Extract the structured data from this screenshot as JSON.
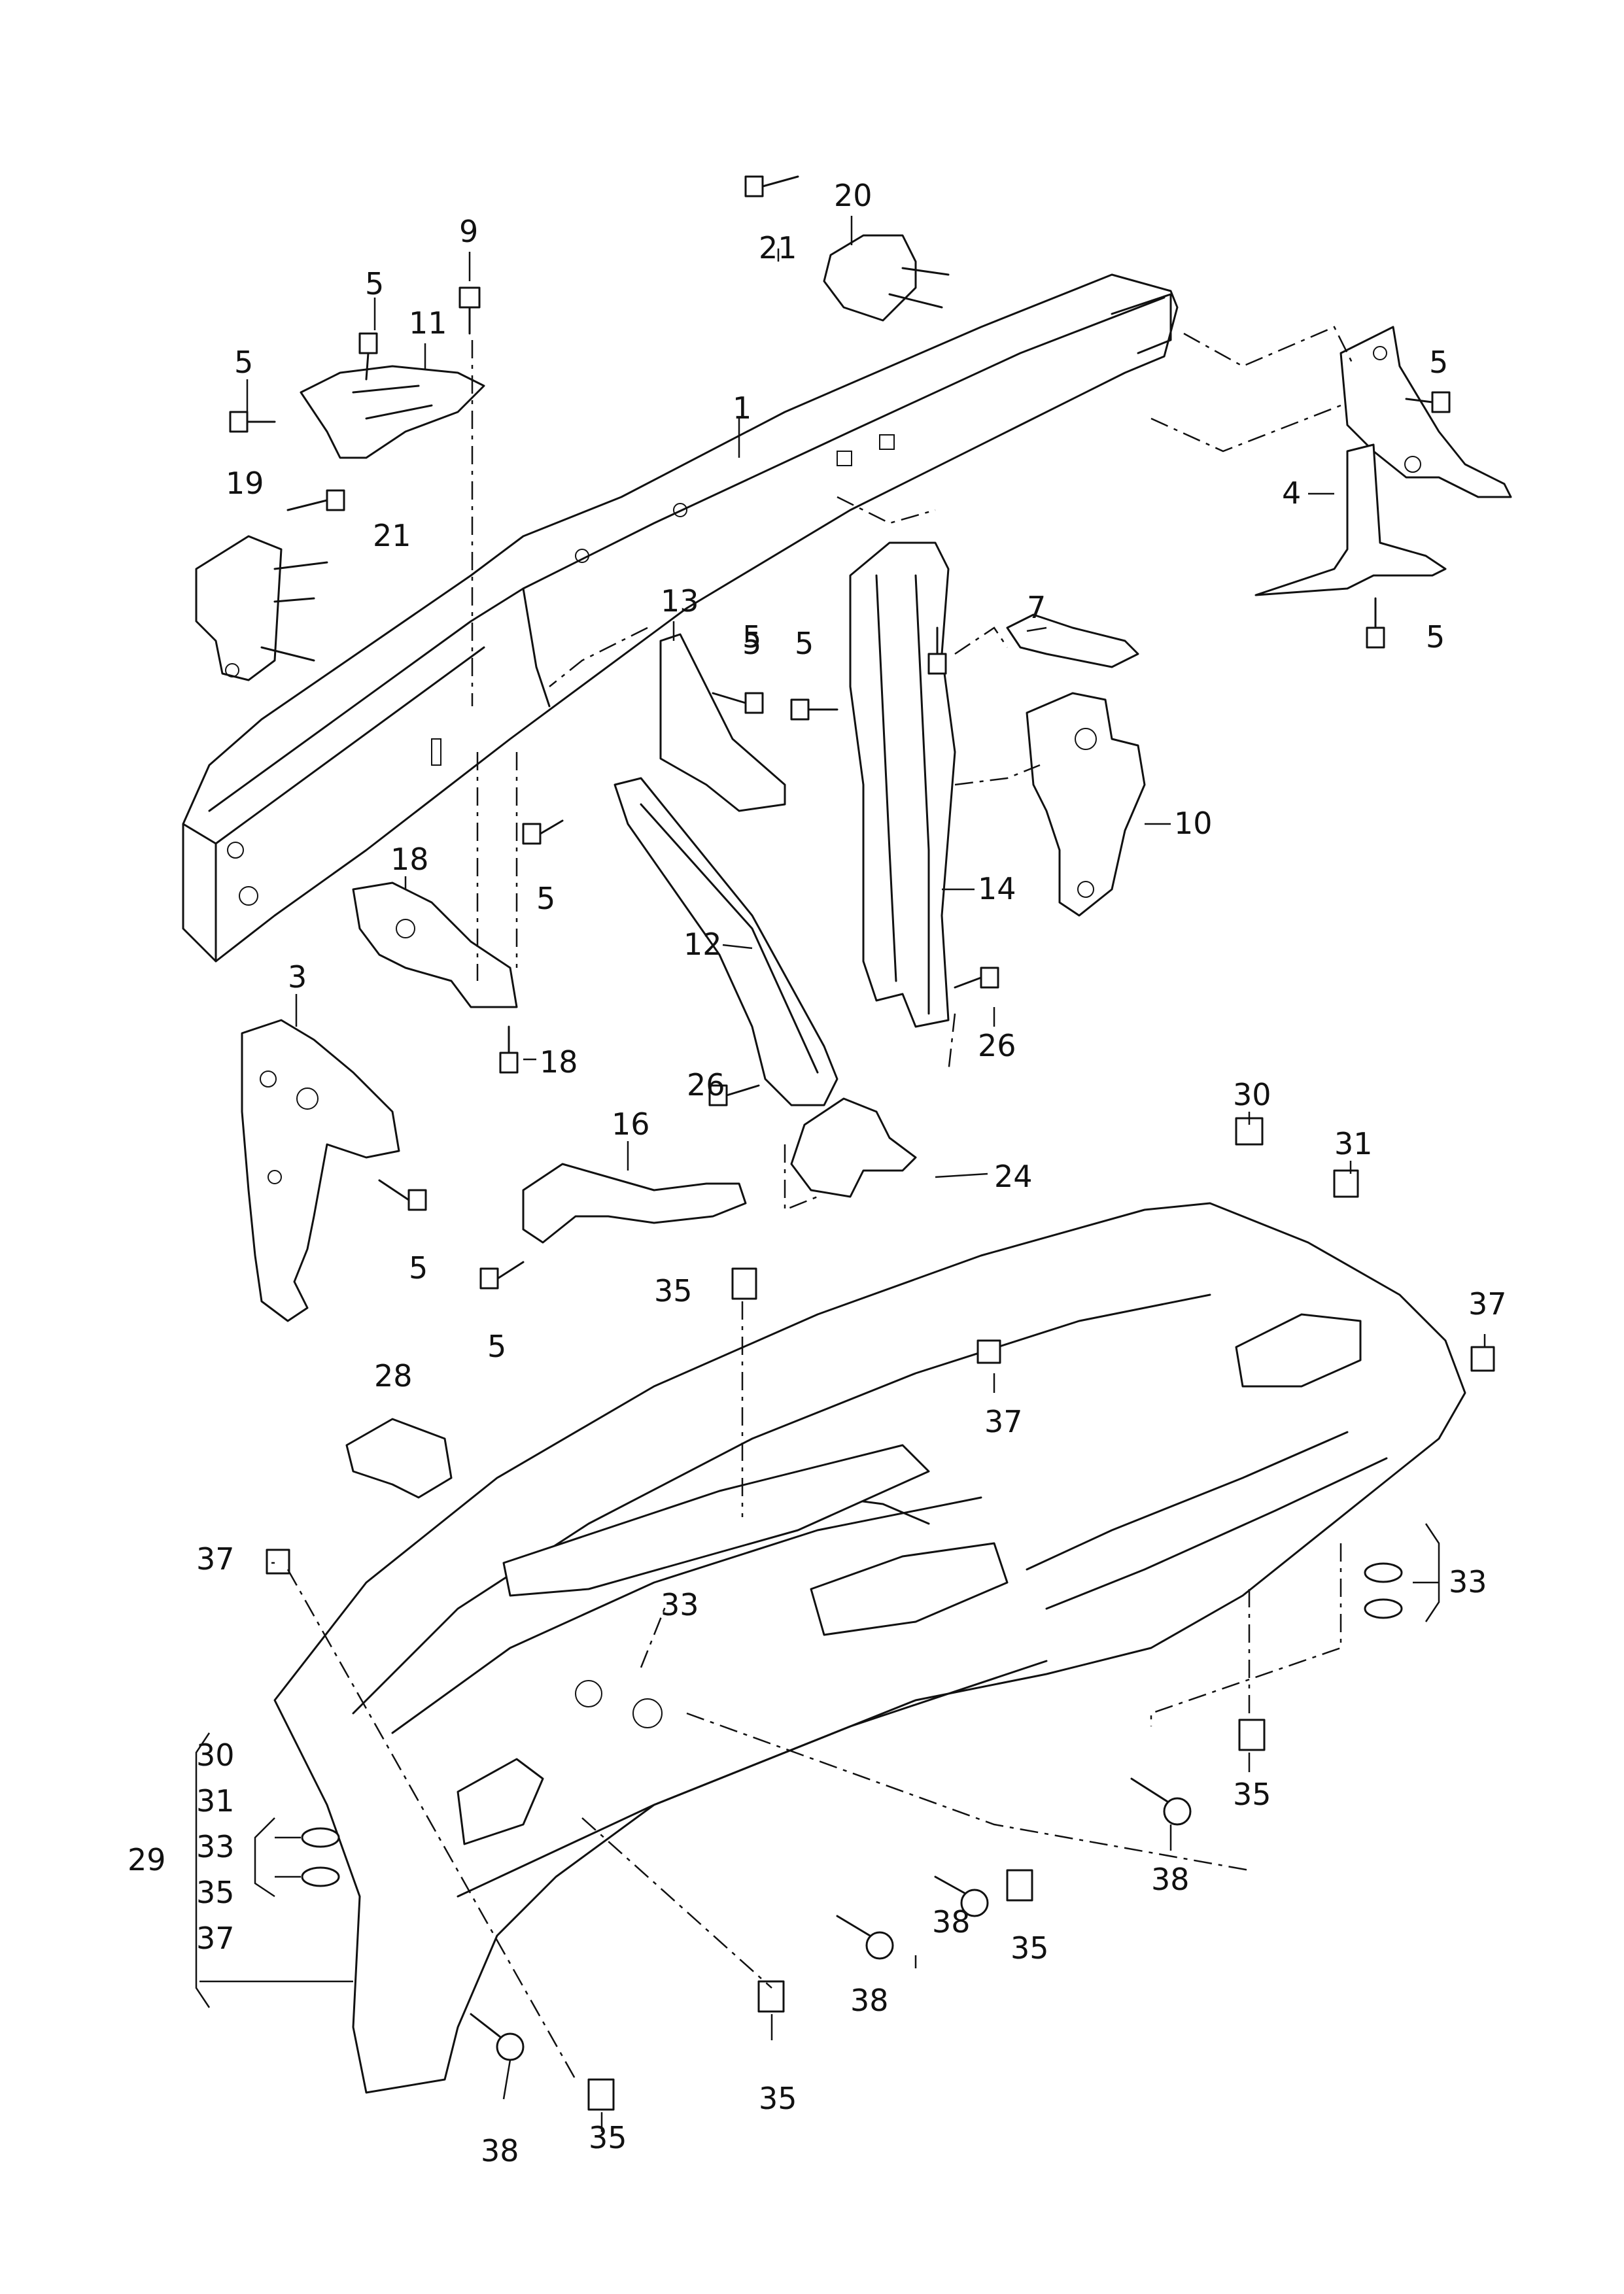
{
  "callouts": [
    {
      "id": "c1",
      "label": "1"
    },
    {
      "id": "c3",
      "label": "3"
    },
    {
      "id": "c4",
      "label": "4"
    },
    {
      "id": "c5a",
      "label": "5"
    },
    {
      "id": "c5b",
      "label": "5"
    },
    {
      "id": "c5c",
      "label": "5"
    },
    {
      "id": "c5d",
      "label": "5"
    },
    {
      "id": "c5e",
      "label": "5"
    },
    {
      "id": "c5f",
      "label": "5"
    },
    {
      "id": "c5g",
      "label": "5"
    },
    {
      "id": "c5h",
      "label": "5"
    },
    {
      "id": "c5i",
      "label": "5"
    },
    {
      "id": "c5j",
      "label": "5"
    },
    {
      "id": "c7",
      "label": "7"
    },
    {
      "id": "c9",
      "label": "9"
    },
    {
      "id": "c10",
      "label": "10"
    },
    {
      "id": "c11",
      "label": "11"
    },
    {
      "id": "c12",
      "label": "12"
    },
    {
      "id": "c13",
      "label": "13"
    },
    {
      "id": "c14",
      "label": "14"
    },
    {
      "id": "c16",
      "label": "16"
    },
    {
      "id": "c18a",
      "label": "18"
    },
    {
      "id": "c18b",
      "label": "18"
    },
    {
      "id": "c19",
      "label": "19"
    },
    {
      "id": "c20",
      "label": "20"
    },
    {
      "id": "c21a",
      "label": "21"
    },
    {
      "id": "c21b",
      "label": "21"
    },
    {
      "id": "c24",
      "label": "24"
    },
    {
      "id": "c26a",
      "label": "26"
    },
    {
      "id": "c26b",
      "label": "26"
    },
    {
      "id": "c28",
      "label": "28"
    },
    {
      "id": "c30",
      "label": "30"
    },
    {
      "id": "c31",
      "label": "31"
    },
    {
      "id": "c33a",
      "label": "33"
    },
    {
      "id": "c33b",
      "label": "33"
    },
    {
      "id": "c35a",
      "label": "35"
    },
    {
      "id": "c35b",
      "label": "35"
    },
    {
      "id": "c35c",
      "label": "35"
    },
    {
      "id": "c35d",
      "label": "35"
    },
    {
      "id": "c35e",
      "label": "35"
    },
    {
      "id": "c37a",
      "label": "37"
    },
    {
      "id": "c37b",
      "label": "37"
    },
    {
      "id": "c37c",
      "label": "37"
    },
    {
      "id": "c38a",
      "label": "38"
    },
    {
      "id": "c38b",
      "label": "38"
    },
    {
      "id": "c38c",
      "label": "38"
    },
    {
      "id": "c38d",
      "label": "38"
    }
  ],
  "kit_group": {
    "label": "29",
    "items": [
      "30",
      "31",
      "33",
      "35",
      "37"
    ]
  }
}
